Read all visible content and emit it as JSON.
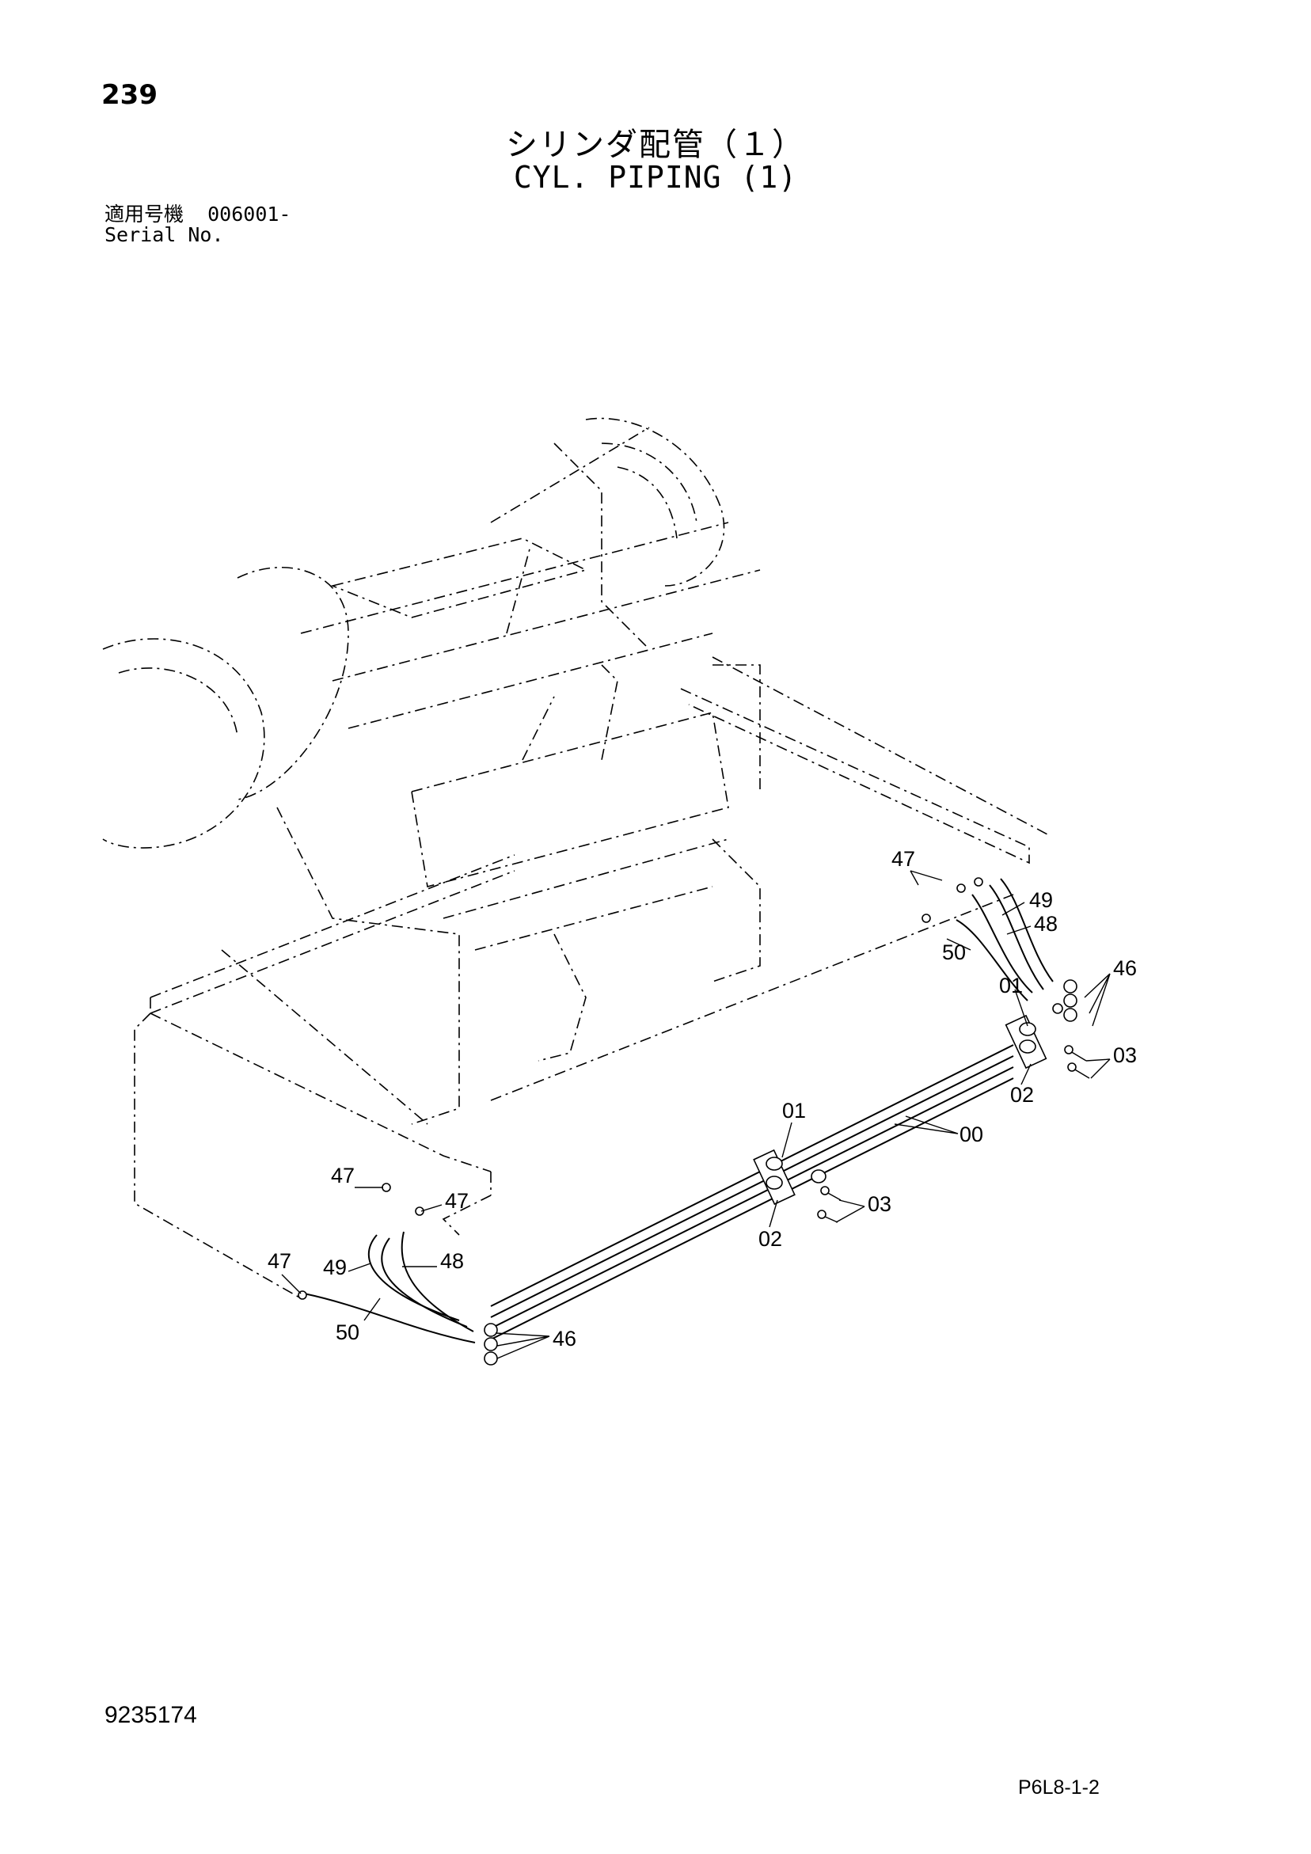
{
  "page": {
    "page_number": "239",
    "title_jp": "シリンダ配管（１）",
    "title_en": "CYL. PIPING (1)",
    "serial_label_jp": "適用号機",
    "serial_value": "006001-",
    "serial_label_en": "Serial No.",
    "doc_number": "9235174",
    "sheet_code": "P6L8-1-2"
  },
  "diagram": {
    "part_labels": {
      "p00": "00",
      "p01_right": "01",
      "p01_center": "01",
      "p02_right": "02",
      "p02_center": "02",
      "p03_right": "03",
      "p03_center": "03",
      "p46_right": "46",
      "p46_left": "46",
      "p47_right": "47",
      "p47_left_top": "47",
      "p47_left_mid": "47",
      "p47_left_bottom": "47",
      "p48_right": "48",
      "p48_left": "48",
      "p49_right": "49",
      "p49_left": "49",
      "p50_right": "50",
      "p50_left": "50"
    }
  }
}
